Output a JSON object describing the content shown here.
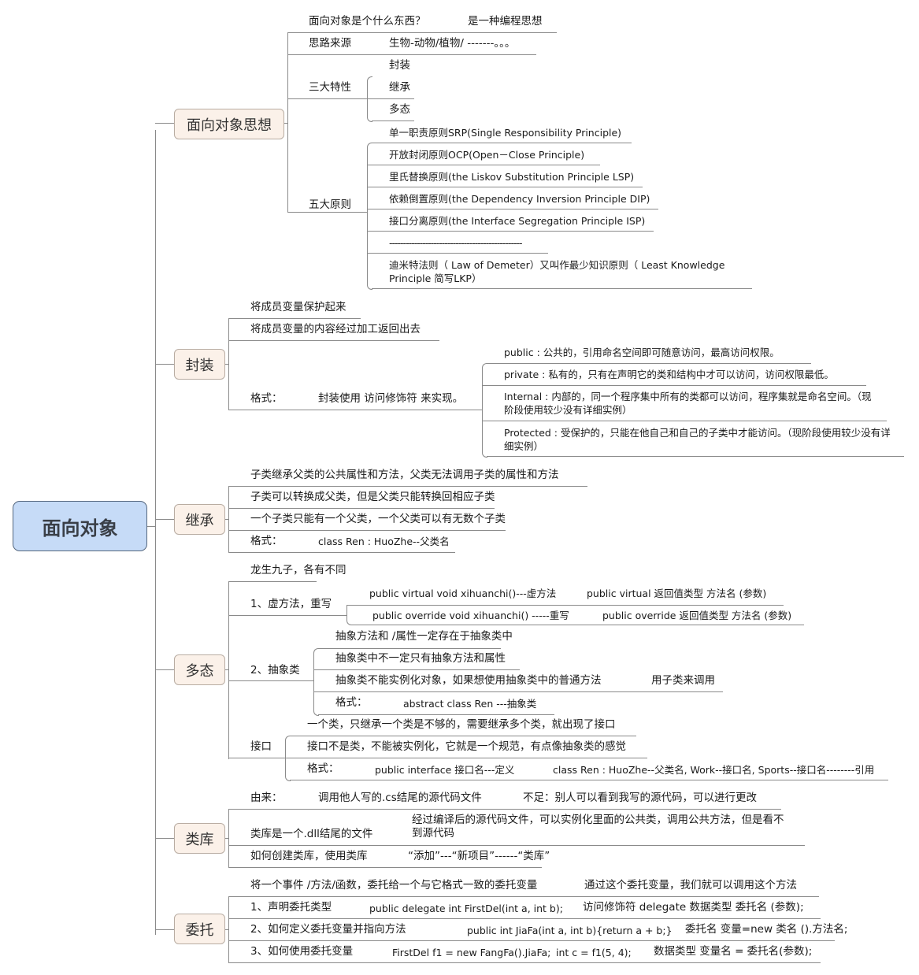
{
  "root": {
    "label": "面向对象"
  },
  "topics": [
    {
      "label": "面向对象思想",
      "items": [
        {
          "label": "面向对象是个什么东西？",
          "value": "是一种编程思想"
        },
        {
          "label": "思路来源",
          "value": "生物-动物/植物/ -------。。。"
        },
        {
          "label": "三大特性",
          "children": [
            "封装",
            "继承",
            "多态"
          ]
        },
        {
          "label": "五大原则",
          "children": [
            "单一职责原则SRP(Single Responsibility Principle)",
            "开放封闭原则OCP(Open－Close Principle)",
            "里氏替换原则(the Liskov Substitution Principle LSP)",
            "依赖倒置原则(the Dependency Inversion Principle DIP)",
            "接口分离原则(the Interface Segregation Principle ISP)",
            "------------------------------------------------",
            "迪米特法则（ Law of Demeter）又叫作最少知识原则（ Least Knowledge Principle 简写LKP）"
          ]
        }
      ]
    },
    {
      "label": "封装",
      "items": [
        {
          "label": "将成员变量保护起来"
        },
        {
          "label": "将成员变量的内容经过加工返回出去"
        },
        {
          "label": "格式：",
          "value": "封装使用 访问修饰符 来实现。",
          "children": [
            "public : 公共的，引用命名空间即可随意访问，最高访问权限。",
            "private : 私有的，只有在声明它的类和结构中才可以访问，访问权限最低。",
            "Internal : 内部的，同一个程序集中所有的类都可以访问，程序集就是命名空间。（现阶段使用较少没有详细实例）",
            "Protected : 受保护的，只能在他自己和自己的子类中才能访问。（现阶段使用较少没有详细实例）"
          ]
        }
      ]
    },
    {
      "label": "继承",
      "items": [
        {
          "label": "子类继承父类的公共属性和方法，父类无法调用子类的属性和方法"
        },
        {
          "label": "子类可以转换成父类，但是父类只能转换回相应子类"
        },
        {
          "label": "一个子类只能有一个父类，一个父类可以有无数个子类"
        },
        {
          "label": "格式：",
          "value": "class Ren : HuoZhe--父类名"
        }
      ]
    },
    {
      "label": "多态",
      "items": [
        {
          "label": "龙生九子，各有不同"
        },
        {
          "label": "1、虚方法，重写",
          "children": [
            {
              "code": "public virtual void xihuanchi()---虚方法",
              "syntax": "public virtual 返回值类型  方法名 (参数)"
            },
            {
              "code": "public override void xihuanchi()   -----重写",
              "syntax": "public override 返回值类型  方法名 (参数)"
            }
          ]
        },
        {
          "label": "2、抽象类",
          "children": [
            {
              "text": "抽象方法和 /属性一定存在于抽象类中"
            },
            {
              "text": "抽象类中不一定只有抽象方法和属性"
            },
            {
              "text": "抽象类不能实例化对象，如果想使用抽象类中的普通方法",
              "extra": "用子类来调用"
            },
            {
              "text": "格式：",
              "extra": "abstract class Ren    ---抽象类"
            }
          ]
        },
        {
          "label": "接口",
          "children": [
            {
              "text": "一个类，只继承一个类是不够的，需要继承多个类，就出现了接口"
            },
            {
              "text": "接口不是类，不能被实例化，它就是一个规范，有点像抽象类的感觉"
            },
            {
              "text": "格式：",
              "def": "public  interface 接口名---定义",
              "ref": "class Ren : HuoZhe--父类名, Work--接口名, Sports--接口名--------引用"
            }
          ]
        }
      ]
    },
    {
      "label": "类库",
      "items": [
        {
          "label": "由来：",
          "value": "调用他人写的.cs结尾的源代码文件",
          "extra": "不足：别人可以看到我写的源代码，可以进行更改"
        },
        {
          "label": "类库是一个.dll结尾的文件",
          "value": "经过编译后的源代码文件，可以实例化里面的公共类，调用公共方法，但是看不到源代码"
        },
        {
          "label": "如何创建类库，使用类库",
          "value": "“添加”---“新项目”------“类库”"
        }
      ]
    },
    {
      "label": "委托",
      "items": [
        {
          "label": "将一个事件 /方法/函数，委托给一个与它格式一致的委托变量",
          "extra": "通过这个委托变量，我们就可以调用这个方法"
        },
        {
          "label": "1、声明委托类型",
          "value": "public delegate int FirstDel(int a, int b);",
          "extra": "访问修饰符  delegate 数据类型  委托名 (参数);"
        },
        {
          "label": "2、如何定义委托变量并指向方法",
          "value": "public int JiaFa(int a, int b){return a + b;}",
          "extra": "委托名 变量=new 类名 ().方法名;"
        },
        {
          "label": "3、如何使用委托变量",
          "value": "FirstDel f1 = new FangFa().JiaFa;",
          "value2": "int c = f1(5, 4);",
          "extra": "数据类型  变量名 = 委托名(参数);"
        }
      ]
    }
  ],
  "colors": {
    "root_fill": "#c6dbf7",
    "root_border": "#55677e",
    "topic_fill": "#fbf1e9",
    "topic_border": "#b8aca2",
    "line": "#8a8a8a"
  }
}
